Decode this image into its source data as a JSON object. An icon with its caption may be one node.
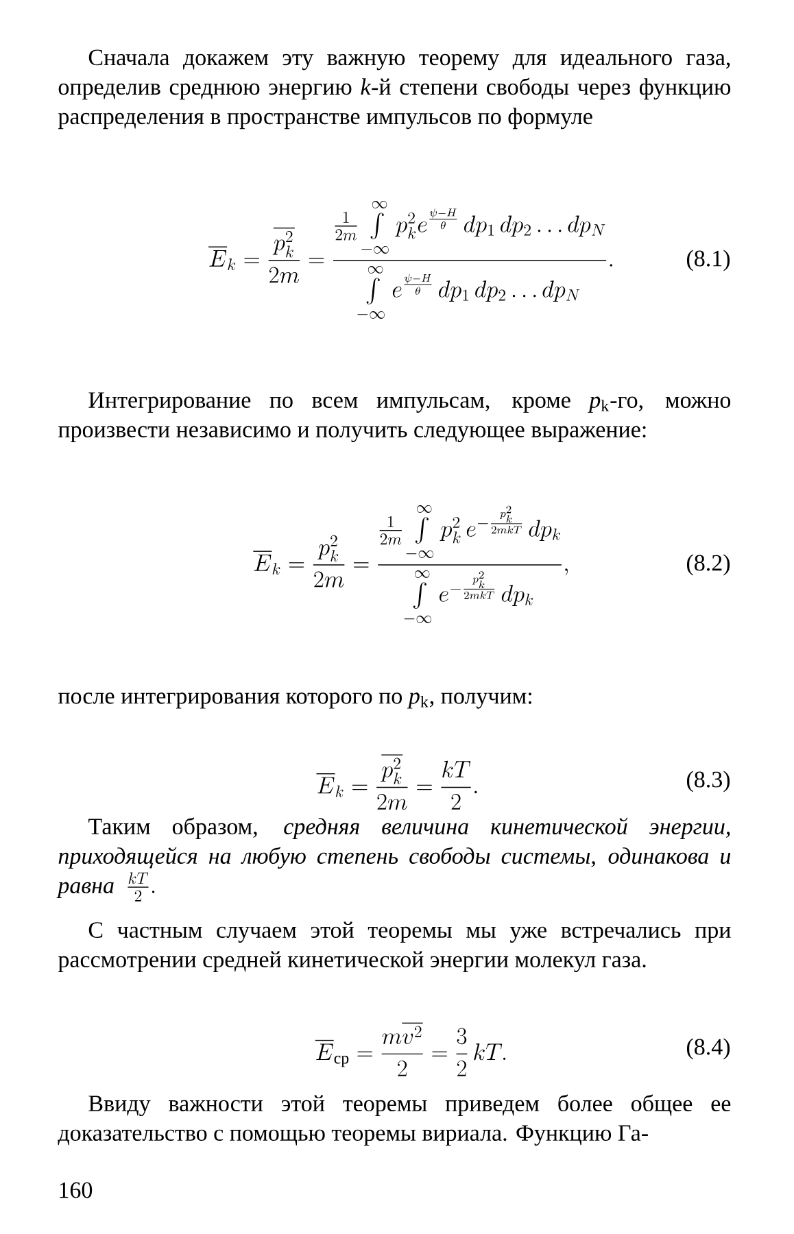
{
  "diagram": {
    "labels": [
      "Сначала докажем эту важную теорему для идеального газа, определив среднюю энергию *k*-й степени свободы через функцию распределения в пространстве импульсов по формуле",
      "\\overline{E}_k = \\frac{\\overline{p_k^2}}{2m} = \\frac{\\frac{1}{2m}\\int\\limits_{-\\infty}^{\\infty} p_k^2 e^{\\frac{\\psi - H}{\\theta}}\\,dp_1\\,dp_2\\ldots dp_N}{\\int\\limits_{-\\infty}^{\\infty} e^{\\frac{\\psi - H}{\\theta}}\\,dp_1\\,dp_2\\ldots dp_N}.",
      "(8.1)",
      "Интегрирование по всем импульсам, кроме *p*$_{k}$-го, можно произвести независимо и получить следующее выражение:",
      "\\overline{E}_k = \\frac{p_k^2}{2m} = \\frac{\\frac{1}{2m}\\int\\limits_{-\\infty}^{\\infty} p_k^2\\, e^{-\\frac{p_k^2}{2mkT}}\\,dp_k}{\\int\\limits_{-\\infty}^{\\infty} e^{-\\frac{p_k^2}{2mkT}}\\,dp_k},",
      "(8.2)",
      "после интегрирования которого по *p*$_{k}$, получим:",
      "\\overline{E}_k = \\frac{\\overline{p_k^2}}{2m} = \\frac{kT}{2}.",
      "(8.3)",
      "Таким образом, *средняя величина кинетической энергии, приходящейся на любую степень свободы системы, одинакова и равна*",
      "\\frac{kT}{2}.",
      "С частным случаем этой теоремы мы уже встречались при рассмотрении средней кинетической энергии молекул газа.",
      "\\overline{E}_{\\text{ср}} = \\frac{m\\overline{v^2}}{2} = \\frac{3}{2}\\,kT.",
      "(8.4)",
      "Ввиду важности этой теоремы приведем более общее ее доказательство с помощью теоремы вириала. Функцию Га-",
      "160"
    ]
  }
}
